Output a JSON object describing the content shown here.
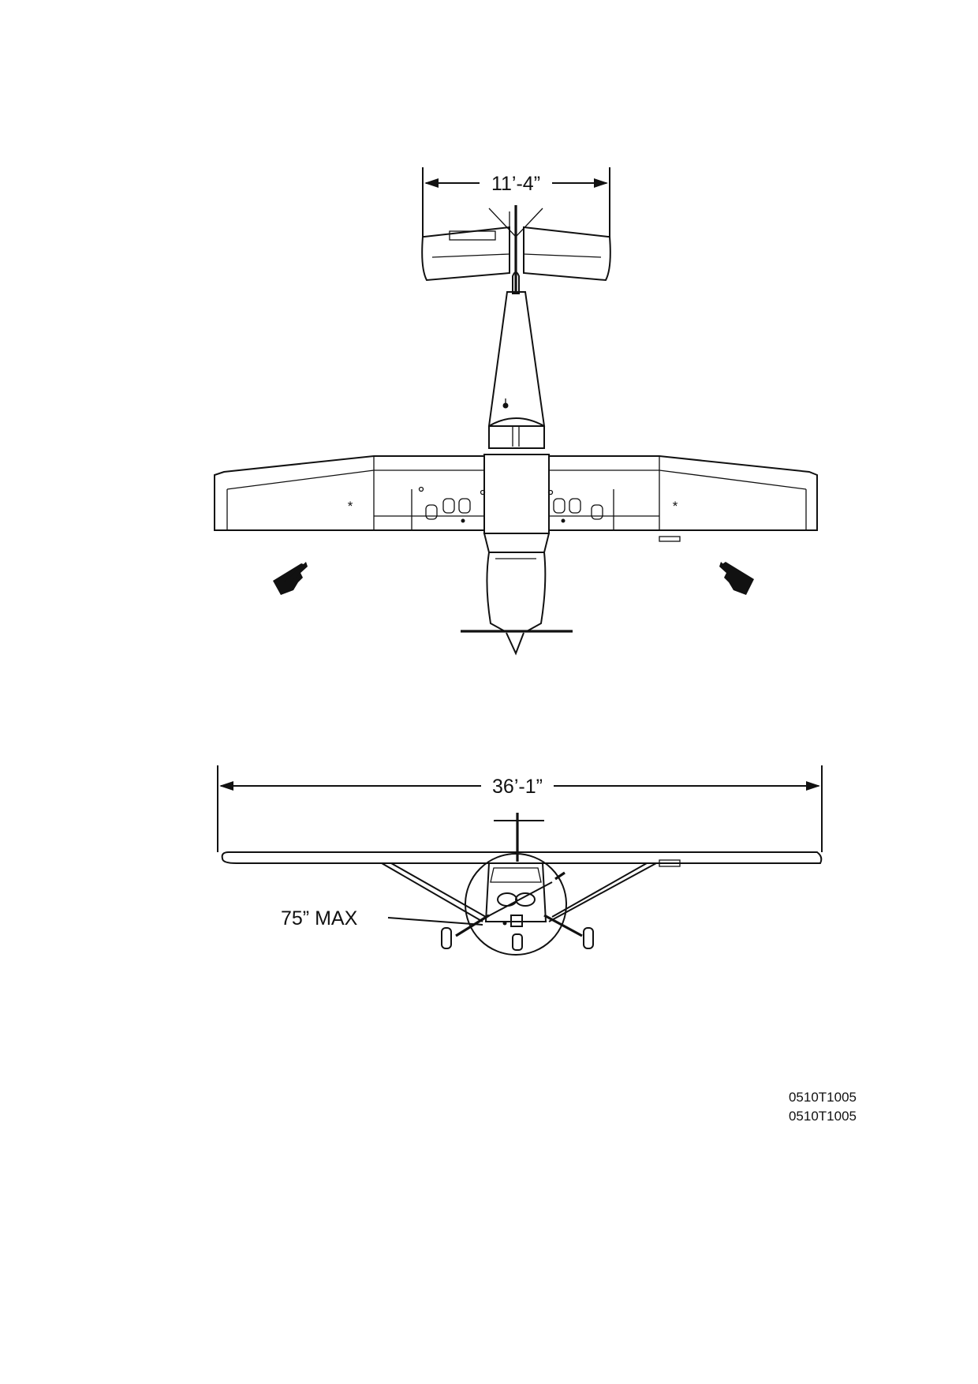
{
  "top_view": {
    "span_dimension": "11’-4”"
  },
  "front_view": {
    "span_dimension": "36’-1”",
    "clearance_note": "75” MAX"
  },
  "references": [
    "0510T1005",
    "0510T1005"
  ],
  "icons": {
    "left_marker": "pointing-hand-icon",
    "right_marker": "pointing-hand-icon"
  }
}
